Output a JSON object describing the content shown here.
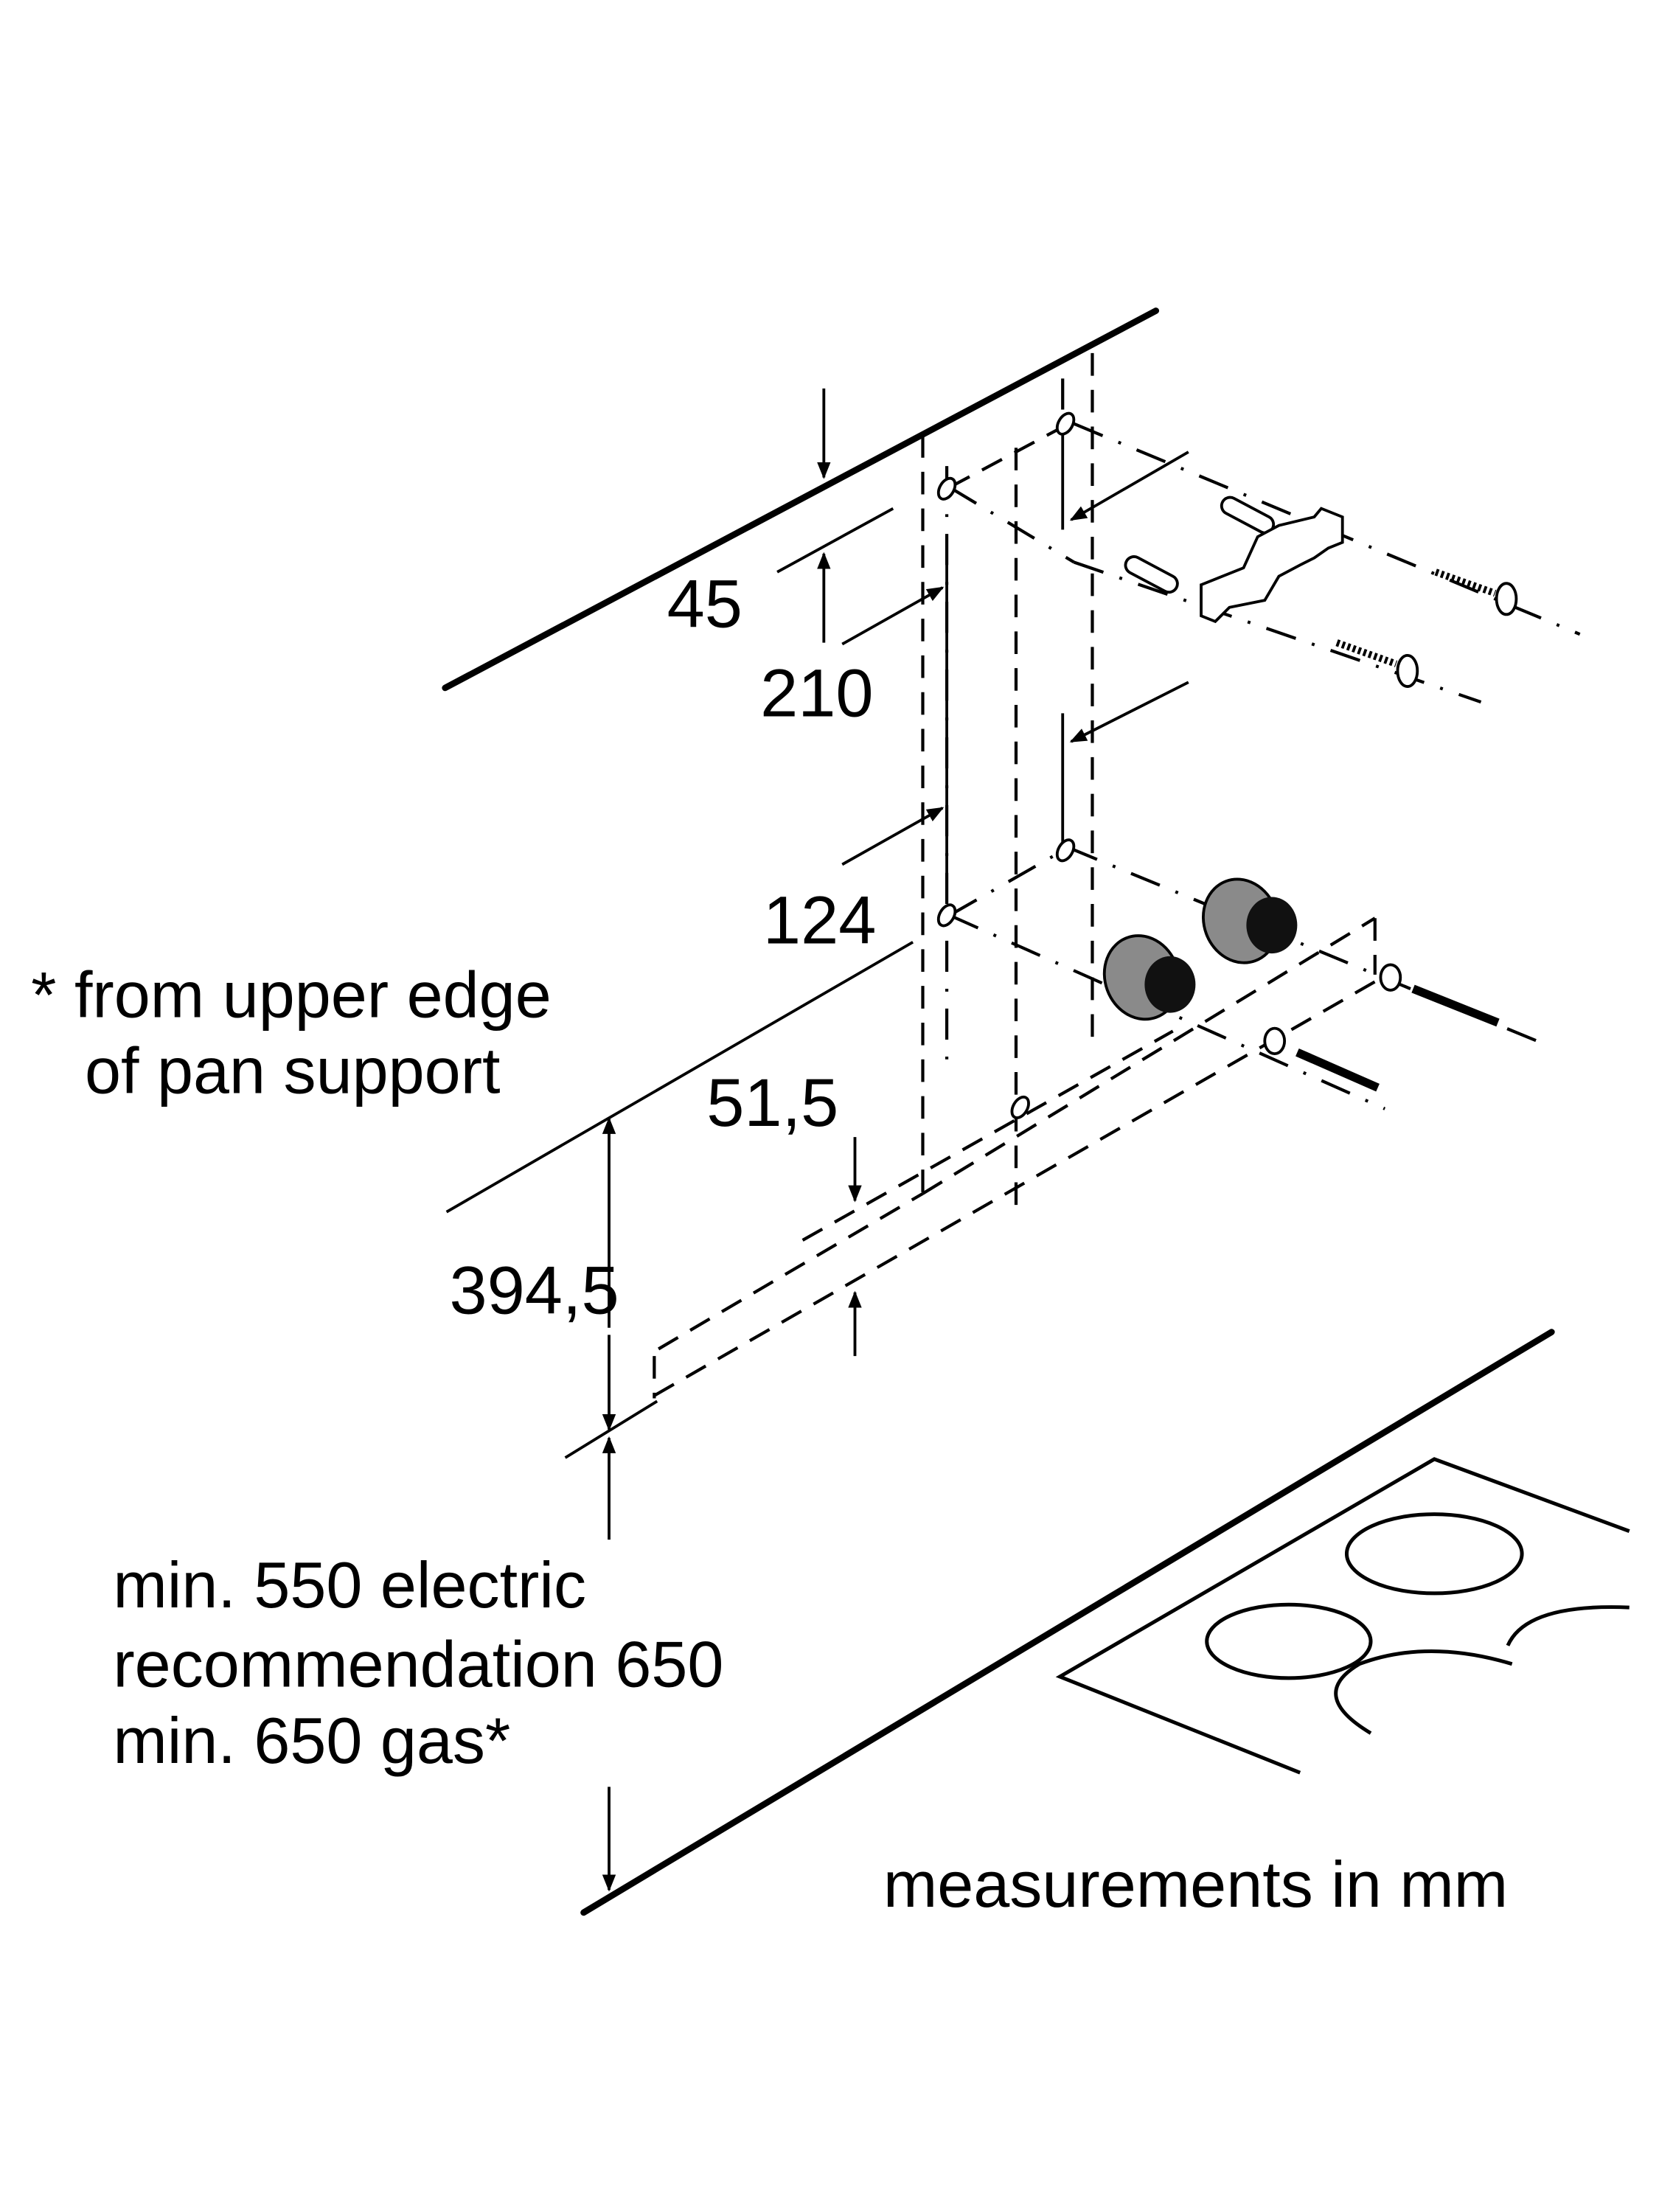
{
  "figure": {
    "title": "Cooker hood installation dimensions",
    "dimensions": {
      "top_offset": "45",
      "bracket_spacing": "210",
      "lower_spacing": "124",
      "hood_step": "51,5",
      "hood_height": "394,5"
    },
    "footnote": {
      "line1": "* from upper edge",
      "line2": "of pan support"
    },
    "clearance": {
      "line1": "min. 550 electric",
      "line2": "recommendation 650",
      "line3": "min. 650 gas*"
    },
    "units_note": "measurements in mm",
    "parts": [
      "wall-plug",
      "wall-bracket",
      "wood-screw",
      "damper-cylinder",
      "washer",
      "hex-screw"
    ],
    "colors": {
      "line": "#000000",
      "part_fill": "#8a8a8a",
      "background": "#ffffff"
    }
  }
}
